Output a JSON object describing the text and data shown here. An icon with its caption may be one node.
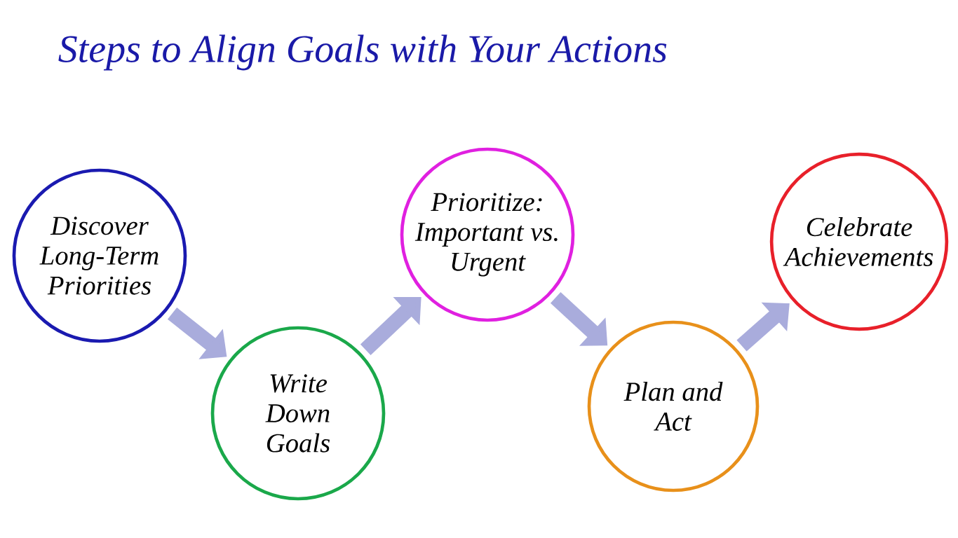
{
  "diagram": {
    "title": "Steps to Align Goals with Your Actions",
    "nodes": [
      {
        "text": [
          "Discover Long-Term Priorities"
        ]
      },
      {
        "text": [
          "Write Down Goals"
        ]
      },
      {
        "text": [
          "Prioritize: Important vs. Urgent"
        ]
      },
      {
        "text": [
          "Plan and Act"
        ]
      },
      {
        "text": [
          "Celebrate Achievements"
        ]
      }
    ],
    "edges": [
      {
        "from": 0,
        "to": 1,
        "arrow": "to"
      },
      {
        "from": 1,
        "to": 2,
        "arrow": "to"
      },
      {
        "from": 2,
        "to": 3,
        "arrow": "to"
      },
      {
        "from": 3,
        "to": 4,
        "arrow": "to"
      }
    ]
  }
}
